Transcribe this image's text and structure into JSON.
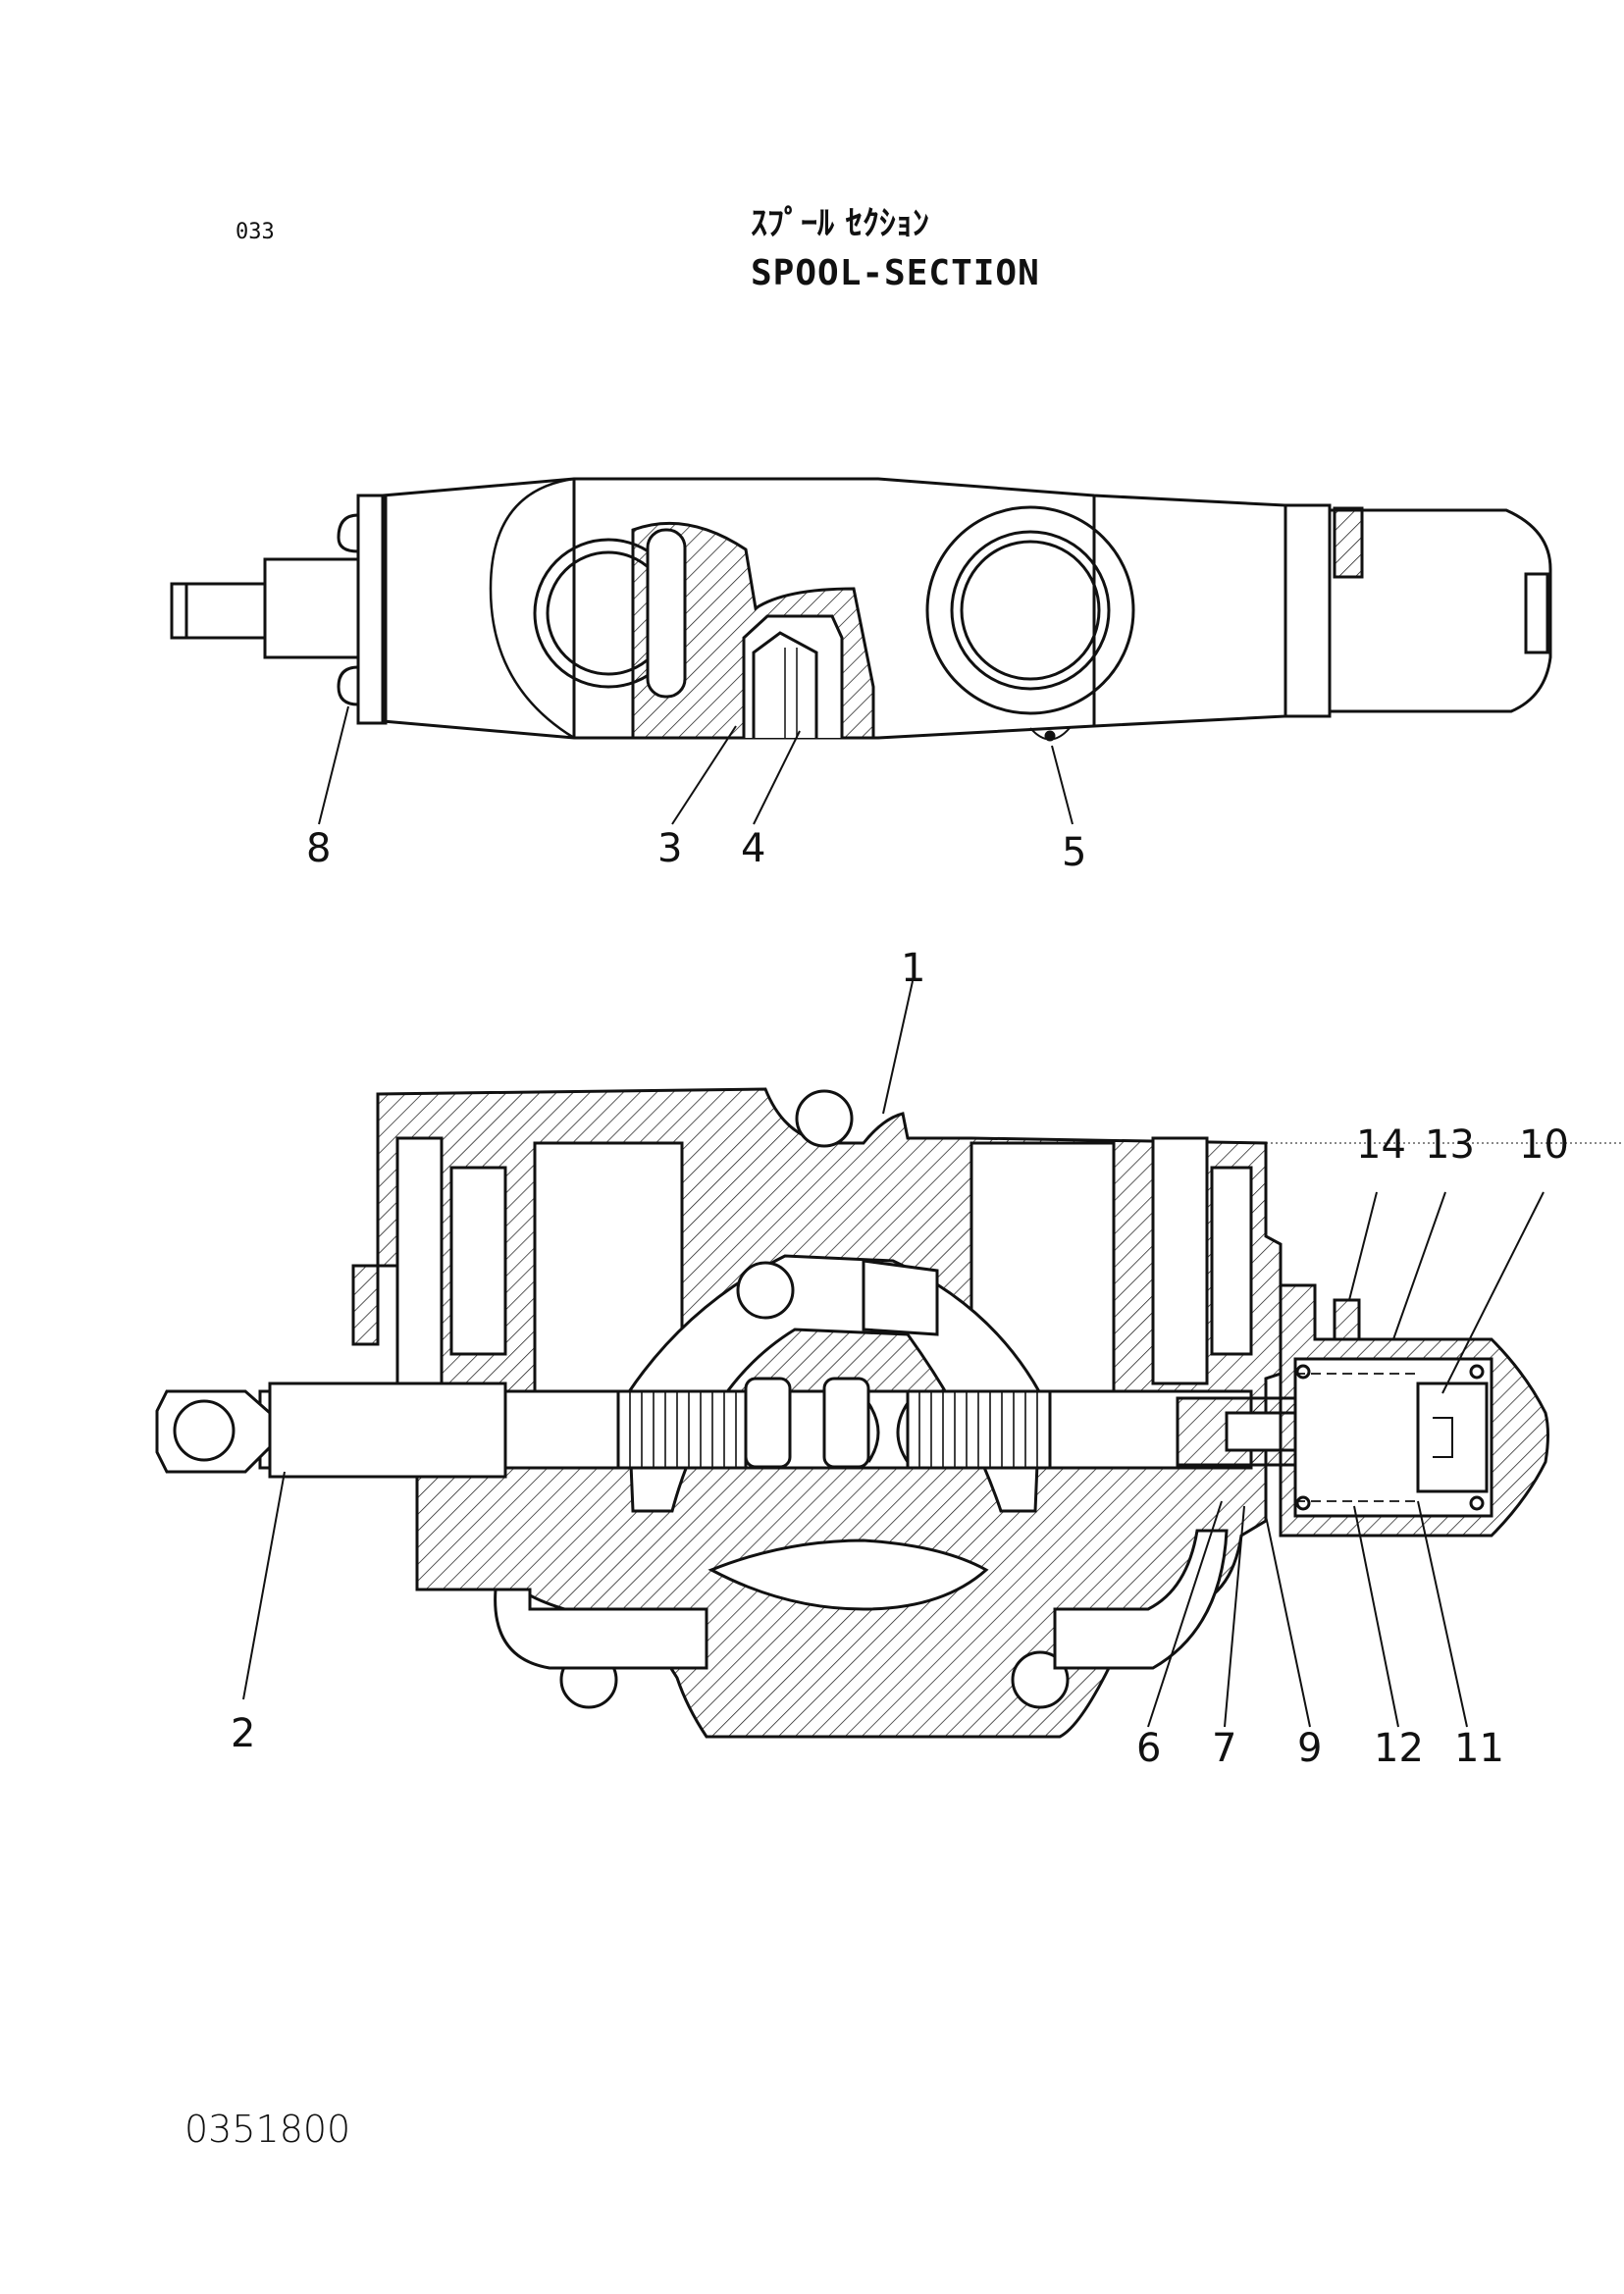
{
  "header": {
    "code": "033",
    "title_jp": "ｽﾌﾟｰﾙ ｾｸｼｮﾝ",
    "title_en": "SPOOL-SECTION"
  },
  "footer": {
    "doc_number": "0351800"
  },
  "callouts": {
    "top": [
      "8",
      "3",
      "4",
      "5"
    ],
    "bottom": [
      "1",
      "2",
      "6",
      "7",
      "9",
      "12",
      "11",
      "14",
      "13",
      "10"
    ]
  },
  "colors": {
    "line": "#111111",
    "paper": "#ffffff"
  }
}
